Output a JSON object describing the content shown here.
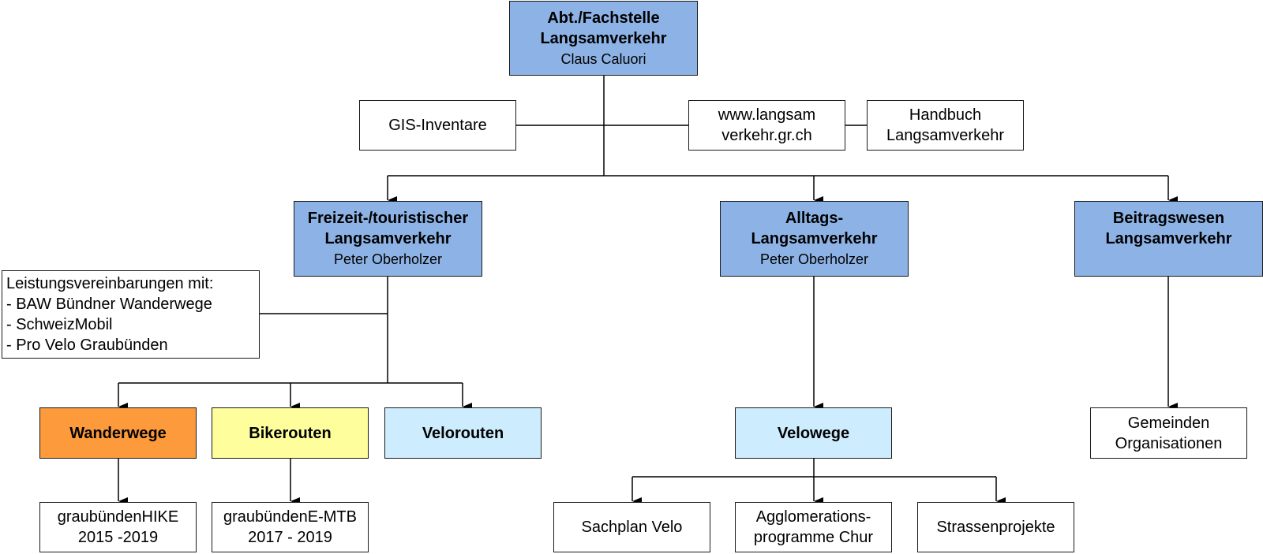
{
  "colors": {
    "management": "#8db3e6",
    "wanderwege": "#fc9a3c",
    "bikerouten": "#fefe9c",
    "velo": "#cdecfe",
    "plain": "#ffffff"
  },
  "root": {
    "title_line1": "Abt./Fachstelle",
    "title_line2": "Langsamverkehr",
    "person": "Claus Caluori"
  },
  "support": {
    "gis": "GIS-Inventare",
    "website_line1": "www.langsam",
    "website_line2": "verkehr.gr.ch",
    "handbook_line1": "Handbuch",
    "handbook_line2": "Langsamverkehr"
  },
  "departments": [
    {
      "title_line1": "Freizeit-/touristischer",
      "title_line2": "Langsamverkehr",
      "person": "Peter Oberholzer"
    },
    {
      "title_line1": "Alltags-",
      "title_line2": "Langsamverkehr",
      "person": "Peter Oberholzer"
    },
    {
      "title_line1": "Beitragswesen",
      "title_line2": "Langsamverkehr"
    }
  ],
  "agreements": {
    "heading": "Leistungsvereinbarungen mit:",
    "items": [
      "- BAW Bündner Wanderwege",
      "- SchweizMobil",
      "- Pro Velo Graubünden"
    ]
  },
  "leisure_children": [
    {
      "label": "Wanderwege"
    },
    {
      "label": "Bikerouten"
    },
    {
      "label": "Velorouten"
    }
  ],
  "projects": {
    "hike_line1": "graubündenHIKE",
    "hike_line2": "2015 -2019",
    "emtb_line1": "graubündenE-MTB",
    "emtb_line2": "2017 - 2019"
  },
  "everyday_child": {
    "label": "Velowege"
  },
  "velowege_children": {
    "sachplan": "Sachplan Velo",
    "agglo_line1": "Agglomerations-",
    "agglo_line2": "programme Chur",
    "strassen": "Strassenprojekte"
  },
  "contributions_child": {
    "line1": "Gemeinden",
    "line2": "Organisationen"
  }
}
